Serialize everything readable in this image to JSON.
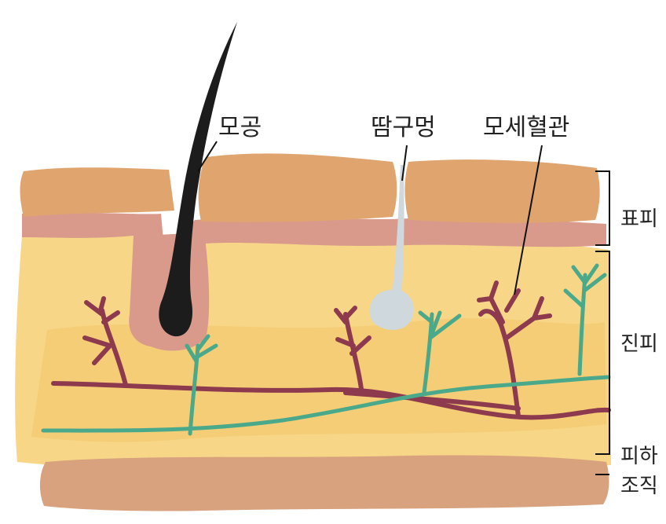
{
  "diagram": {
    "labels": {
      "pore": "모공",
      "sweat_pore": "땀구멍",
      "capillary": "모세혈관",
      "epidermis": "표피",
      "dermis": "진피",
      "subcutaneous_line1": "피하",
      "subcutaneous_line2": "조직"
    },
    "colors": {
      "epidermis": "#e0a46e",
      "basal_layer": "#d99a8c",
      "dermis": "#f6d27a",
      "subcutaneous": "#d9a27f",
      "blood_vessel": "#8e3a4e",
      "nerve": "#4aa98a",
      "hair": "#1c1c1c",
      "sweat_gland": "#cfd8dc"
    }
  }
}
